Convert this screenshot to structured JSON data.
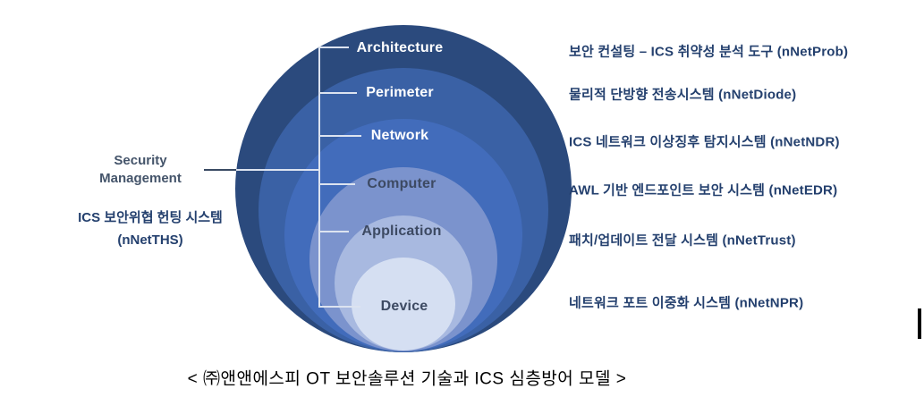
{
  "diagram_title": "ICS defense-in-depth model with OT security solutions",
  "rings": [
    {
      "label": "Architecture",
      "fill": "#2B4A7D",
      "label_color": "#FFFFFF"
    },
    {
      "label": "Perimeter",
      "fill": "#3A61A5",
      "label_color": "#FFFFFF"
    },
    {
      "label": "Network",
      "fill": "#426CBB",
      "label_color": "#FFFFFF"
    },
    {
      "label": "Computer",
      "fill": "#7B93CD",
      "label_color": "#3D4A63"
    },
    {
      "label": "Application",
      "fill": "#A8B9E0",
      "label_color": "#3D4A63"
    },
    {
      "label": "Device",
      "fill": "#D5DFF2",
      "label_color": "#3D4A63"
    }
  ],
  "left": {
    "management_line1": "Security",
    "management_line2": "Management",
    "management_color": "#44546A",
    "system_line1": "ICS 보안위협 헌팅 시스템",
    "system_line2": "(nNetTHS)",
    "system_color": "#24406E"
  },
  "right_items": [
    "보안 컨설팅 – ICS 취약성 분석 도구 (nNetProb)",
    "물리적 단방향 전송시스템 (nNetDiode)",
    "ICS 네트워크 이상징후 탐지시스템 (nNetNDR)",
    "AWL 기반 엔드포인트 보안 시스템 (nNetEDR)",
    "패치/업데이트 전달 시스템 (nNetTrust)",
    "네트워크 포트 이중화 시스템 (nNetNPR)"
  ],
  "right_text_color": "#24406E",
  "caption": "< ㈜앤앤에스피 OT 보안솔루션 기술과 ICS 심층방어 모델 >",
  "caption_color": "#000000",
  "lines": {
    "bracket_color": "#DCE3F0",
    "leader_dark_color": "#3A4A63"
  }
}
